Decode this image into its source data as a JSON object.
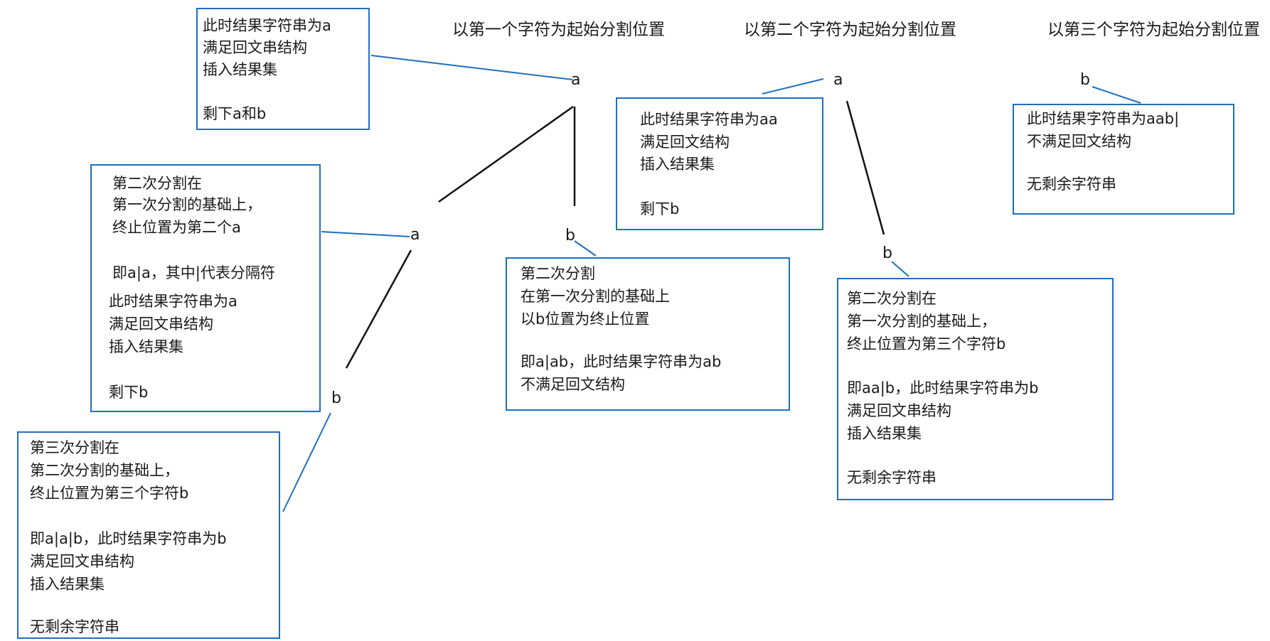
{
  "headers": [
    "以第一个字符为起始分割位置",
    "以第二个字符为起始分割位置",
    "以第三个字符为起始分割位置"
  ],
  "nodes": {
    "root1": "a",
    "level2_a": "a",
    "level3_b": "b",
    "level2_b": "b",
    "root2": "a",
    "root2_b": "b",
    "root3": "b"
  },
  "boxes": {
    "root1_note": [
      "此时结果字符串为a",
      "满足回文串结构",
      "插入结果集",
      "",
      "剩下a和b"
    ],
    "second_split": [
      "第二次分割在",
      "第一次分割的基础上，",
      "终止位置为第二个a",
      "",
      "即a|a，其中|代表分隔符",
      "此时结果字符串为a",
      "满足回文串结构",
      "插入结果集",
      "",
      "剩下b"
    ],
    "third_split": [
      "第三次分割在",
      "第二次分割的基础上，",
      "终止位置为第三个字符b",
      "",
      "即a|a|b，此时结果字符串为b",
      "满足回文串结构",
      "插入结果集",
      "",
      "无剩余字符串"
    ],
    "second_split_b": [
      "第二次分割",
      "在第一次分割的基础上",
      "以b位置为终止位置",
      "",
      "即a|ab，此时结果字符串为ab",
      "不满足回文结构"
    ],
    "root2_note": [
      "此时结果字符串为aa",
      "满足回文结构",
      "插入结果集",
      "",
      "剩下b"
    ],
    "root2_second": [
      "第二次分割在",
      "第一次分割的基础上，",
      "终止位置为第三个字符b",
      "",
      "即aa|b，此时结果字符串为b",
      "满足回文串结构",
      "插入结果集",
      "",
      "无剩余字符串"
    ],
    "root3_note": [
      "此时结果字符串为aab|",
      "不满足回文结构",
      "",
      "无剩余字符串"
    ]
  },
  "colors": {
    "box_border": "#1f6fbf",
    "connector_blue": "#1f6fbf",
    "connector_black": "#111111"
  }
}
